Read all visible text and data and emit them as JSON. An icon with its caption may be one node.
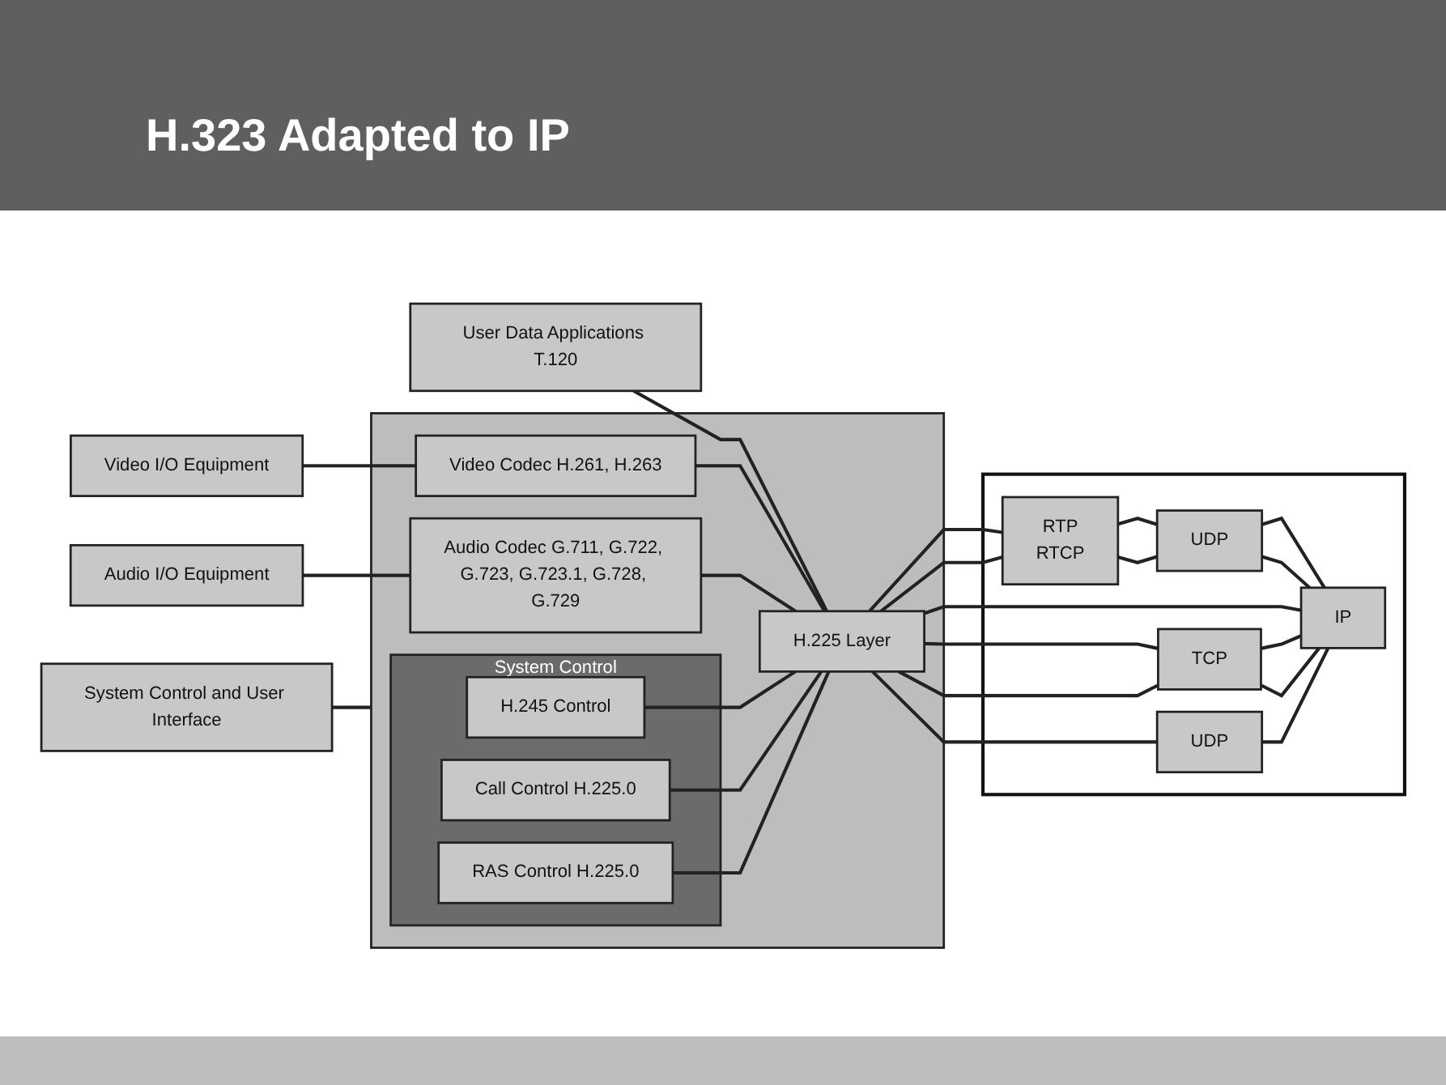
{
  "diagram": {
    "title": "H.323 Adapted to IP",
    "nodes": [
      {
        "text": [
          "Video I/O Equipment"
        ]
      },
      {
        "text": [
          "Audio I/O Equipment"
        ]
      },
      {
        "text": [
          "User Data Applications T.120"
        ]
      },
      {
        "text": [
          "System Control and User Interface"
        ]
      },
      {
        "text": [],
        "shape": "box"
      },
      {
        "text": [
          "Video Codec H.261, H.263"
        ],
        "in": 4
      },
      {
        "text": [
          "Audio Codec G.711, G.722, G.723, G.723.1, G.728, G.729"
        ],
        "in": 4
      },
      {
        "text": [
          "System Control"
        ],
        "in": 4
      },
      {
        "text": [
          "H.245 Control"
        ],
        "in": 7
      },
      {
        "text": [
          "Call Control H.225.0"
        ],
        "in": 7
      },
      {
        "text": [
          "RAS Control H.225.0"
        ],
        "in": 7
      },
      {
        "text": [
          "H.225 Layer"
        ],
        "in": 4
      },
      {
        "text": [],
        "shape": "box"
      },
      {
        "text": [
          "RTP",
          "RTCP"
        ],
        "in": 12
      },
      {
        "text": [
          "UDP"
        ],
        "in": 12
      },
      {
        "text": [
          "TCP"
        ],
        "in": 12
      },
      {
        "text": [
          "UDP"
        ],
        "in": 12
      },
      {
        "text": [
          "IP"
        ],
        "in": 12
      }
    ],
    "edges": [
      {
        "from": 0,
        "to": 5,
        "arrow": "none"
      },
      {
        "from": 1,
        "to": 6,
        "arrow": "none"
      },
      {
        "from": 2,
        "to": 11,
        "arrow": "none"
      },
      {
        "from": 3,
        "to": 4,
        "arrow": "none"
      },
      {
        "from": 5,
        "to": 11,
        "arrow": "none"
      },
      {
        "from": 6,
        "to": 11,
        "arrow": "none"
      },
      {
        "from": 8,
        "to": 11,
        "arrow": "none"
      },
      {
        "from": 9,
        "to": 11,
        "arrow": "none"
      },
      {
        "from": 10,
        "to": 11,
        "arrow": "none"
      },
      {
        "from": 11,
        "to": 13,
        "arrow": "none"
      },
      {
        "from": 11,
        "to": 13,
        "arrow": "none"
      },
      {
        "from": 13,
        "to": 14,
        "arrow": "none"
      },
      {
        "from": 13,
        "to": 14,
        "arrow": "none"
      },
      {
        "from": 14,
        "to": 17,
        "arrow": "none"
      },
      {
        "from": 14,
        "to": 17,
        "arrow": "none"
      },
      {
        "from": 11,
        "to": 17,
        "arrow": "none"
      },
      {
        "from": 11,
        "to": 15,
        "arrow": "none"
      },
      {
        "from": 11,
        "to": 15,
        "arrow": "none"
      },
      {
        "from": 15,
        "to": 17,
        "arrow": "none"
      },
      {
        "from": 15,
        "to": 17,
        "arrow": "none"
      },
      {
        "from": 11,
        "to": 16,
        "arrow": "none"
      },
      {
        "from": 16,
        "to": 17,
        "arrow": "none"
      }
    ]
  }
}
